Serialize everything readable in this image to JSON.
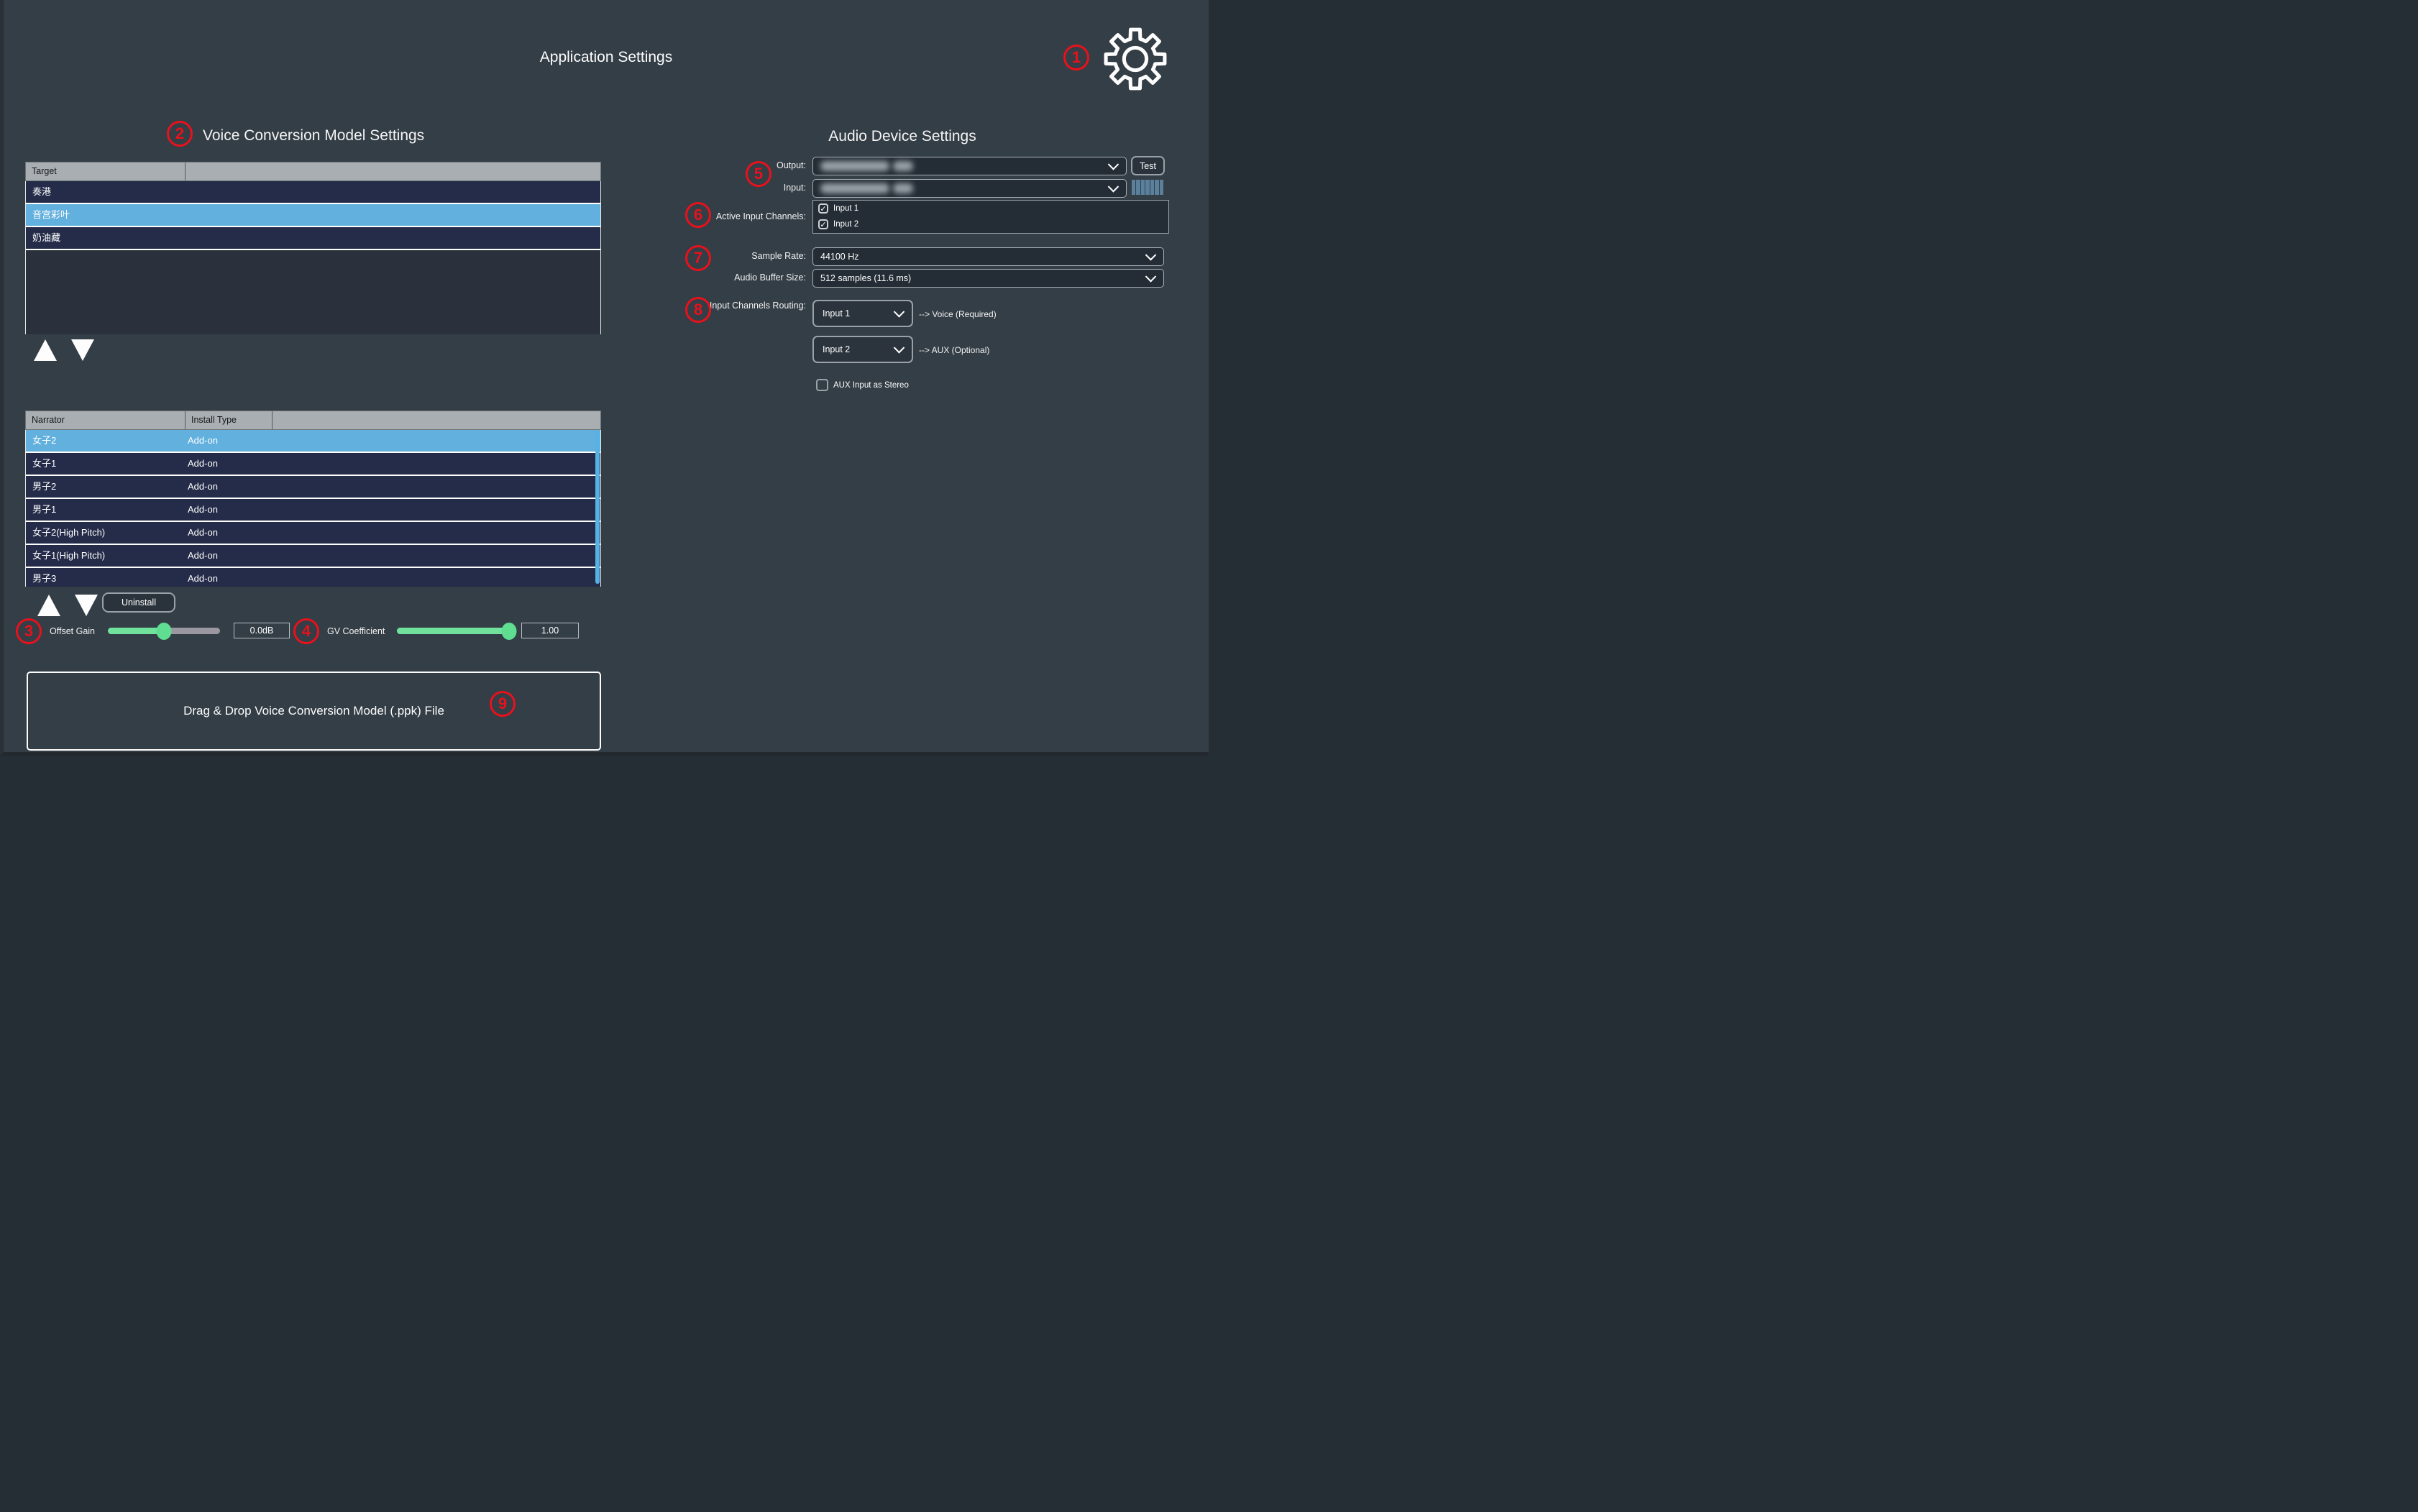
{
  "app": {
    "title": "Application Settings"
  },
  "annotations": [
    "1",
    "2",
    "3",
    "4",
    "5",
    "6",
    "7",
    "8",
    "9"
  ],
  "colors": {
    "background": "#343e46",
    "annotation_red": "#e8111c",
    "selected_row_blue": "#62b0de",
    "row_navy": "#242c49",
    "table_header_gray": "#a9aeb2",
    "slider_green": "#70e29b",
    "meter_blue": "#5a809c",
    "scrollbar_blue": "#57b1e3"
  },
  "left": {
    "section_title": "Voice Conversion Model Settings",
    "target_table": {
      "columns": [
        "Target"
      ],
      "rows": [
        {
          "label": "奏港",
          "selected": false
        },
        {
          "label": "音宫彩叶",
          "selected": true
        },
        {
          "label": "奶油藏",
          "selected": false
        }
      ]
    },
    "narrator_table": {
      "columns": [
        "Narrator",
        "Install Type"
      ],
      "rows": [
        {
          "narrator": "女子2",
          "install_type": "Add-on",
          "selected": true
        },
        {
          "narrator": "女子1",
          "install_type": "Add-on",
          "selected": false
        },
        {
          "narrator": "男子2",
          "install_type": "Add-on",
          "selected": false
        },
        {
          "narrator": "男子1",
          "install_type": "Add-on",
          "selected": false
        },
        {
          "narrator": "女子2(High Pitch)",
          "install_type": "Add-on",
          "selected": false
        },
        {
          "narrator": "女子1(High Pitch)",
          "install_type": "Add-on",
          "selected": false
        },
        {
          "narrator": "男子3",
          "install_type": "Add-on",
          "selected": false
        }
      ]
    },
    "uninstall_label": "Uninstall",
    "offset_gain": {
      "label": "Offset Gain",
      "value": "0.0dB",
      "percent": 50
    },
    "gv_coefficient": {
      "label": "GV Coefficient",
      "value": "1.00",
      "percent": 100
    },
    "dropzone_text": "Drag & Drop Voice Conversion Model (.ppk) File"
  },
  "right": {
    "section_title": "Audio Device Settings",
    "output_label": "Output:",
    "output_value_blurred": true,
    "test_label": "Test",
    "input_label": "Input:",
    "input_value_blurred": true,
    "active_input_channels_label": "Active Input Channels:",
    "channels": [
      {
        "label": "Input 1",
        "checked": true
      },
      {
        "label": "Input 2",
        "checked": true
      }
    ],
    "sample_rate_label": "Sample Rate:",
    "sample_rate_value": "44100 Hz",
    "buffer_label": "Audio Buffer Size:",
    "buffer_value": "512 samples (11.6 ms)",
    "routing_label": "Input Channels Routing:",
    "routing": [
      {
        "value": "Input 1",
        "target": "--> Voice (Required)"
      },
      {
        "value": "Input 2",
        "target": "--> AUX (Optional)"
      }
    ],
    "aux_stereo_label": "AUX Input as Stereo",
    "aux_stereo_checked": false
  }
}
